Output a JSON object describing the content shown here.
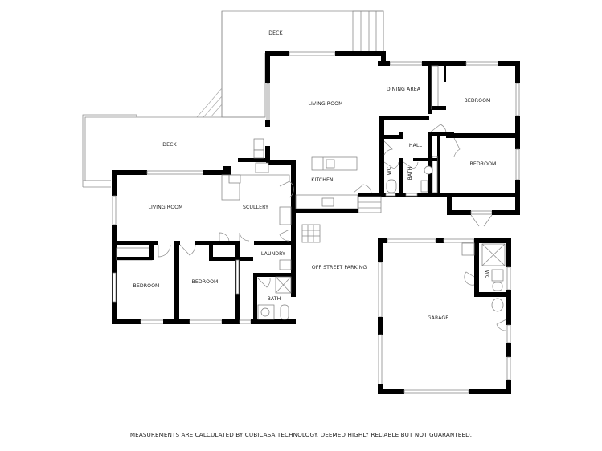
{
  "floorplan": {
    "rooms": {
      "deck_top": "DECK",
      "deck_left": "DECK",
      "living_room_main": "LIVING ROOM",
      "dining_area": "DINING AREA",
      "bedroom_ne": "BEDROOM",
      "hall": "HALL",
      "wc_main": "WC",
      "bath_main": "BATH",
      "bedroom_east": "BEDROOM",
      "kitchen": "KITCHEN",
      "living_room_west": "LIVING ROOM",
      "scullery": "SCULLERY",
      "laundry": "LAUNDRY",
      "bedroom_sw": "BEDROOM",
      "bedroom_s": "BEDROOM",
      "bath_south": "BATH",
      "off_street_parking": "OFF STREET PARKING",
      "garage": "GARAGE",
      "wc_garage": "WC"
    },
    "colors": {
      "wall": "#000000",
      "outline": "#8c8c8c",
      "background": "#ffffff"
    }
  },
  "footer": {
    "disclaimer": "MEASUREMENTS ARE CALCULATED BY CUBICASA TECHNOLOGY. DEEMED HIGHLY RELIABLE BUT NOT GUARANTEED."
  }
}
